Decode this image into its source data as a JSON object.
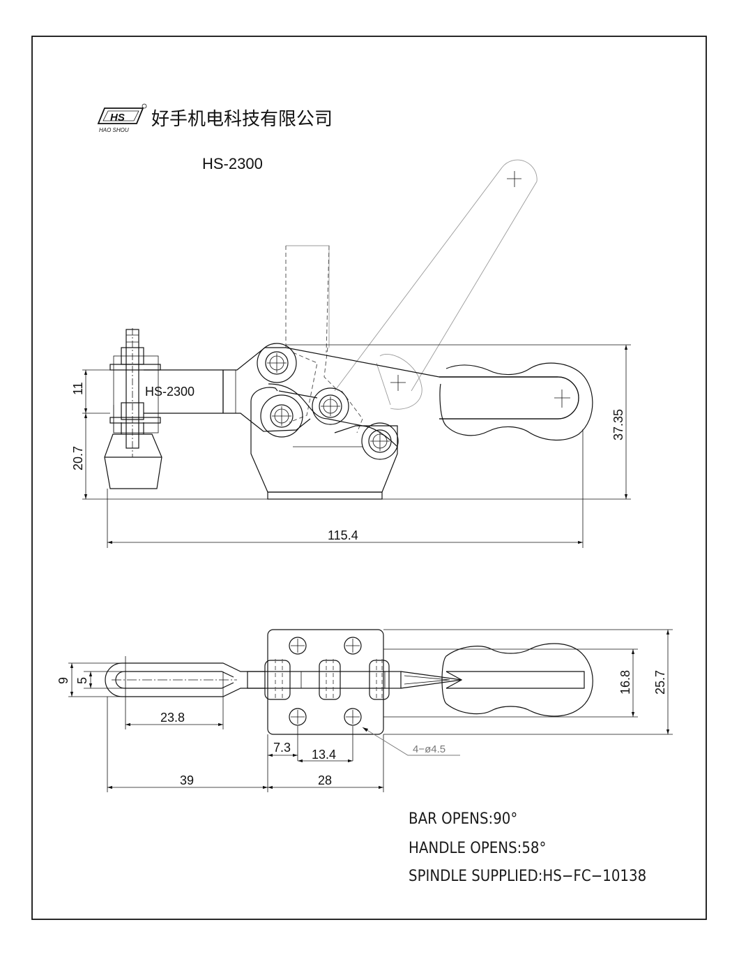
{
  "company": {
    "logo_text": "HS",
    "logo_sub": "HAO SHOU",
    "name_cn": "好手机电科技有限公司"
  },
  "title": "HS-2300",
  "side_view": {
    "body_label": "HS-2300",
    "dims": {
      "spindle_gap": "11",
      "spindle_height": "20.7",
      "overall_height": "37.35",
      "overall_length": "115.4"
    }
  },
  "top_view": {
    "dims": {
      "bar_width_outer": "9",
      "bar_width_inner": "5",
      "bar_slot_length": "23.8",
      "base_offset": "7.3",
      "hole_spacing": "13.4",
      "bar_length": "39",
      "base_length": "28",
      "handle_width": "16.8",
      "base_width": "25.7"
    },
    "hole_callout": "4−ø4.5"
  },
  "notes": [
    "BAR OPENS:90°",
    "HANDLE OPENS:58°",
    "SPINDLE SUPPLIED:HS−FC−10138"
  ]
}
